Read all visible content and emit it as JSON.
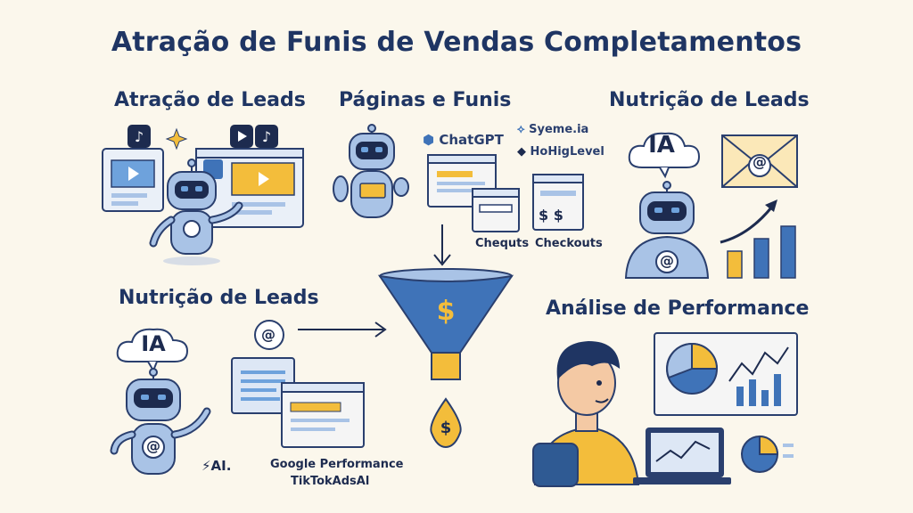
{
  "title": "Atração de Funis de Vendas Completamentos",
  "sections": {
    "attraction": {
      "heading": "Atração de Leads"
    },
    "pages": {
      "heading": "Páginas e Funis",
      "logo_chatgpt": "ChatGPT",
      "logo_systeme": "Syeme.ia",
      "logo_highlevel": "HoHigLevel",
      "label_chequts": "Chequts",
      "label_checkouts": "Checkouts",
      "price_symbol": "$ $"
    },
    "nurture_top": {
      "heading": "Nutrição de Leads",
      "cloud_text": "IA",
      "mail_symbol": "@",
      "robot_symbol": "@"
    },
    "nurture_bottom": {
      "heading": "Nutrição de Leads",
      "cloud_text": "IA",
      "mail_symbol": "@",
      "robot_symbol": "@",
      "ai_label": "AI.",
      "caption_line1": "Google Performance",
      "caption_line2": "TikTokAdsAl"
    },
    "funnel": {
      "symbol": "$",
      "drop_symbol": "$"
    },
    "performance": {
      "heading": "Análise de Performance"
    }
  },
  "colors": {
    "navy": "#1f3563",
    "blue": "#3f73b8",
    "light_blue": "#a9c3e6",
    "yellow": "#f3bd3b",
    "cream": "#fbf7ec"
  }
}
